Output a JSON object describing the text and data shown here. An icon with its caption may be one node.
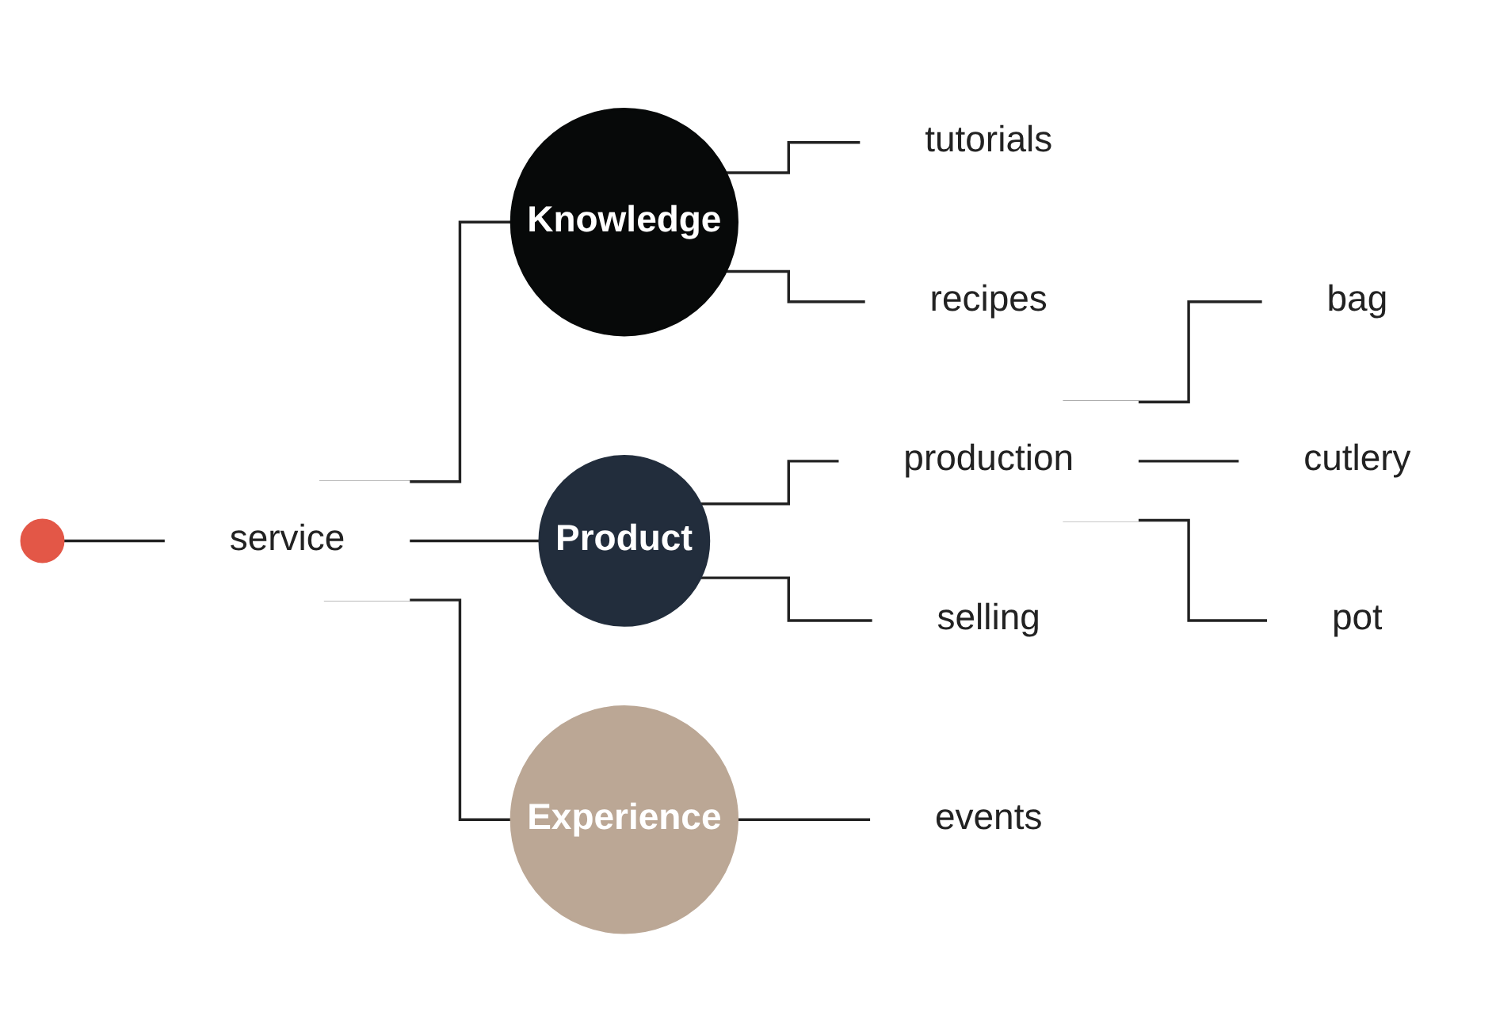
{
  "diagram": {
    "nodes": [
      {
        "text": [],
        "shape": "circle"
      },
      {
        "text": [
          "service"
        ]
      },
      {
        "text": [
          "Knowledge"
        ]
      },
      {
        "text": [
          "tutorials"
        ]
      },
      {
        "text": [
          "recipes"
        ]
      },
      {
        "text": [
          "Product"
        ]
      },
      {
        "text": [
          "production"
        ]
      },
      {
        "text": [
          "selling"
        ]
      },
      {
        "text": [
          "bag"
        ]
      },
      {
        "text": [
          "cutlery"
        ]
      },
      {
        "text": [
          "pot"
        ]
      },
      {
        "text": [
          "Experience"
        ]
      },
      {
        "text": [
          "events"
        ]
      }
    ],
    "edges": [
      {
        "from": 0,
        "to": 1,
        "arrow": "none"
      },
      {
        "from": 1,
        "to": 2,
        "arrow": "none"
      },
      {
        "from": 1,
        "to": 5,
        "arrow": "none"
      },
      {
        "from": 1,
        "to": 11,
        "arrow": "none"
      },
      {
        "from": 2,
        "to": 3,
        "arrow": "none"
      },
      {
        "from": 2,
        "to": 4,
        "arrow": "none"
      },
      {
        "from": 5,
        "to": 6,
        "arrow": "none"
      },
      {
        "from": 5,
        "to": 7,
        "arrow": "none"
      },
      {
        "from": 6,
        "to": 8,
        "arrow": "none"
      },
      {
        "from": 6,
        "to": 9,
        "arrow": "none"
      },
      {
        "from": 6,
        "to": 10,
        "arrow": "none"
      },
      {
        "from": 11,
        "to": 12,
        "arrow": "none"
      }
    ]
  }
}
